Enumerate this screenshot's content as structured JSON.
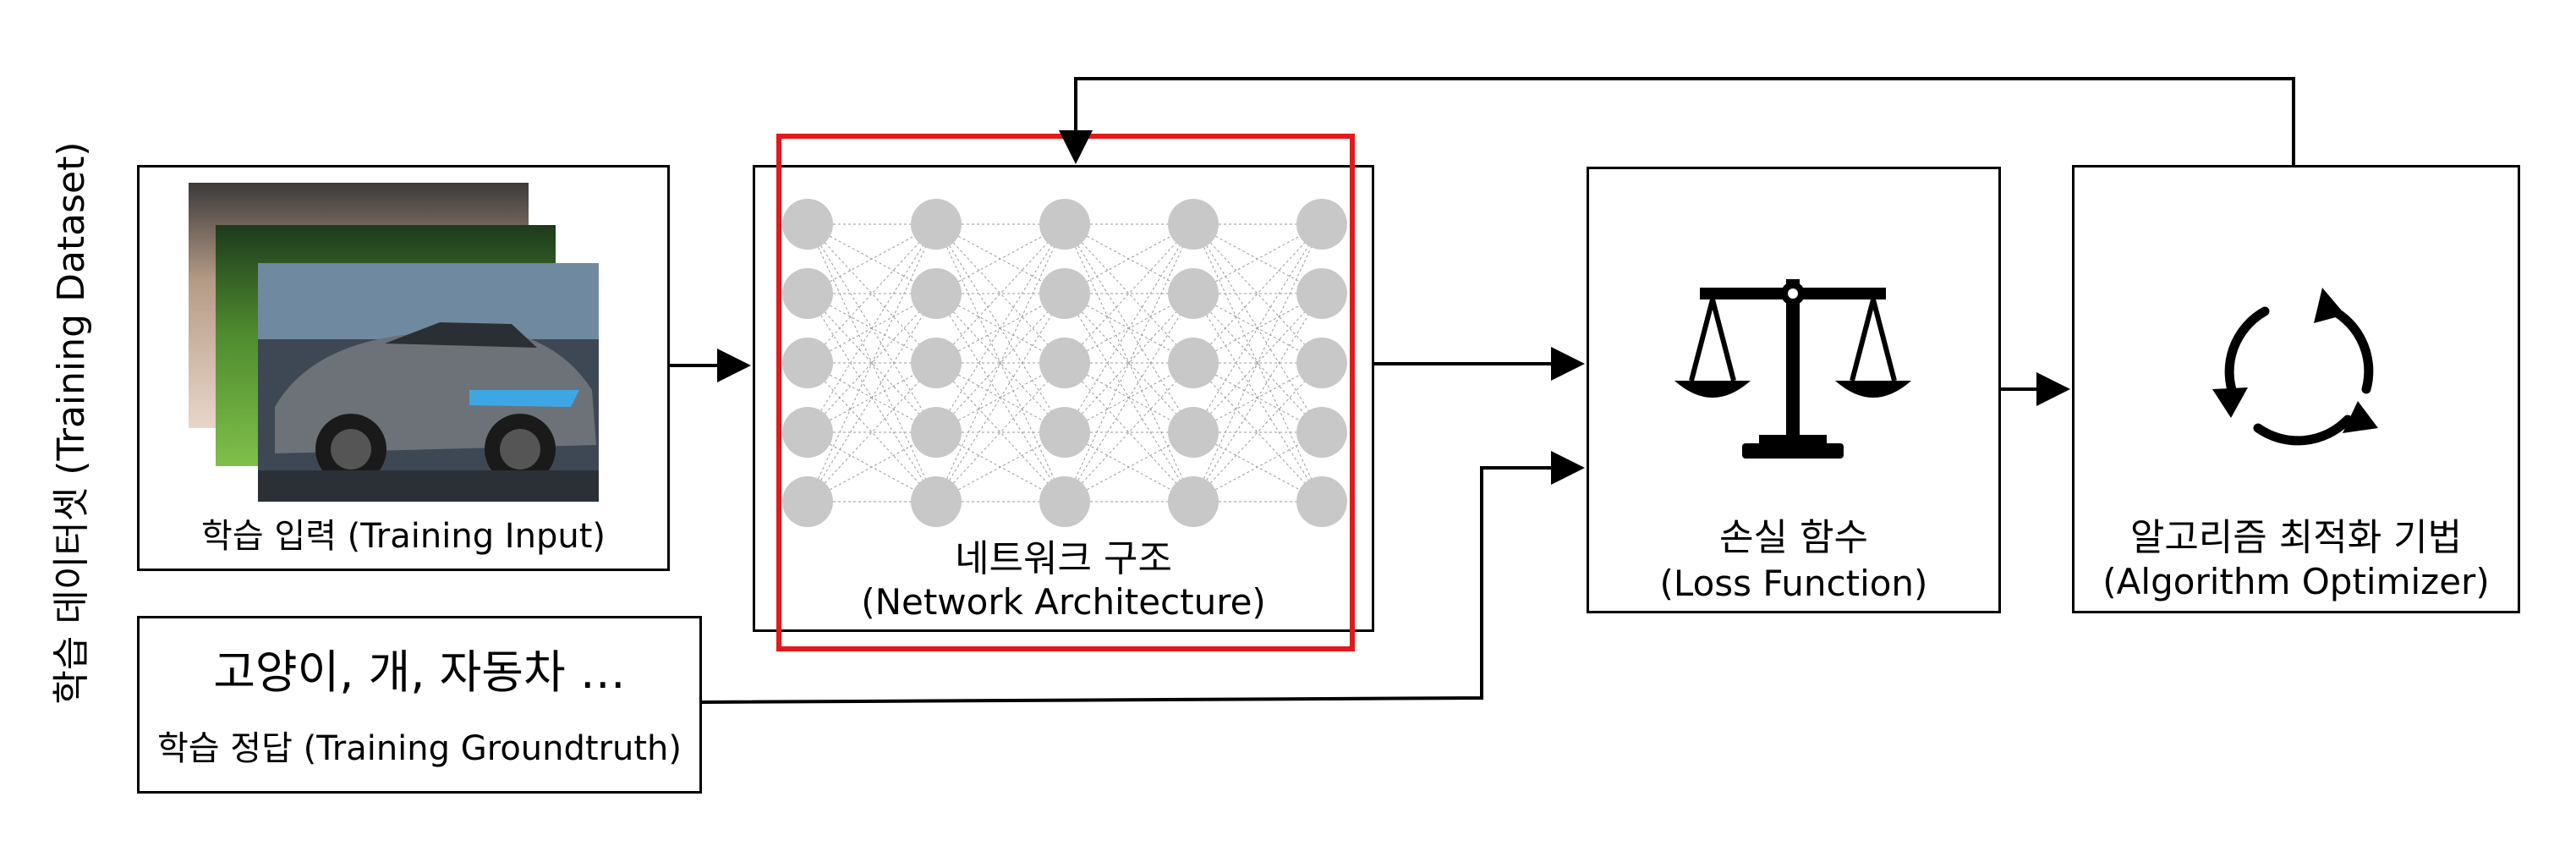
{
  "dataset_label": "학습 데이터셋 (Training Dataset)",
  "training_input": {
    "label": "학습 입력 (Training Input)"
  },
  "training_groundtruth": {
    "classes": "고양이, 개, 자동차 …",
    "label": "학습 정답 (Training Groundtruth)"
  },
  "network": {
    "title_ko": "네트워크 구조",
    "title_en": "(Network Architecture)",
    "layers": 5,
    "nodes_per_layer": 5,
    "highlight_color": "#e3191b"
  },
  "loss": {
    "title_ko": "손실 함수",
    "title_en": "(Loss Function)",
    "icon": "balance-scale-icon"
  },
  "optimizer": {
    "title_ko": "알고리즘 최적화 기법",
    "title_en": "(Algorithm Optimizer)",
    "icon": "cycle-arrows-icon"
  },
  "colors": {
    "node": "#c8c8c8",
    "edge": "#9a9a9a",
    "line": "#000000"
  }
}
